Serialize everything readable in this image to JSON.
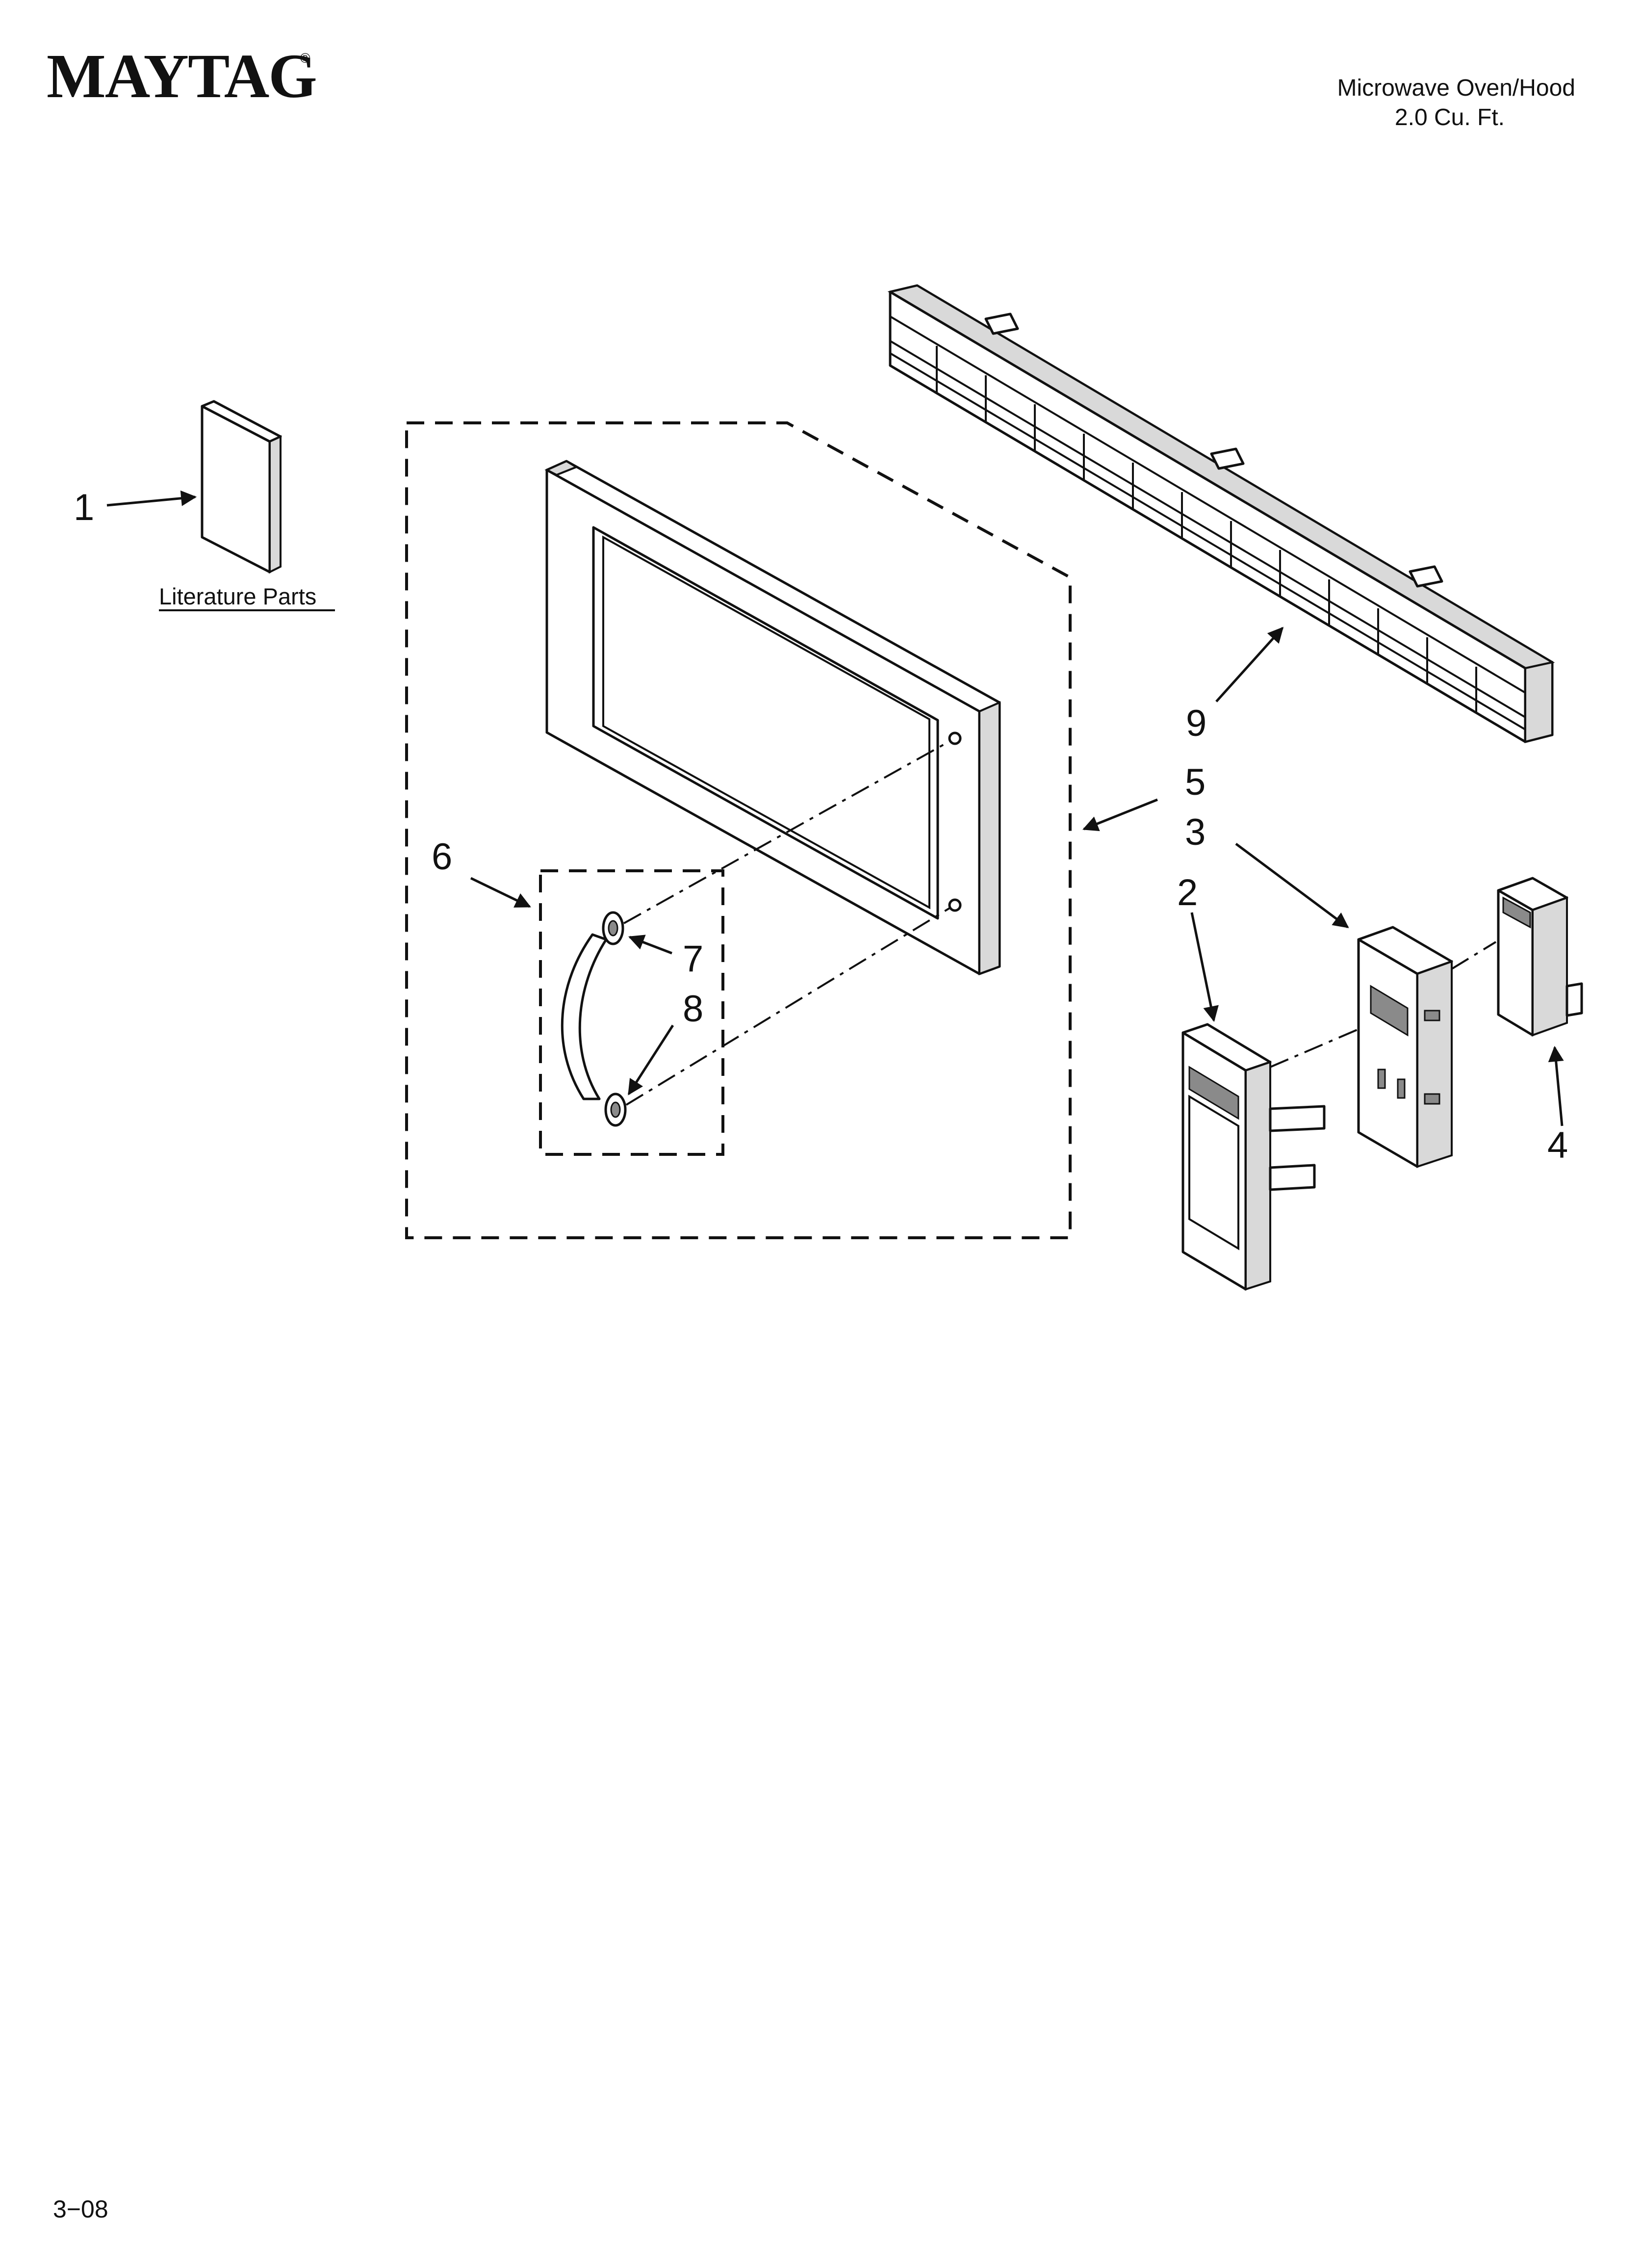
{
  "header": {
    "brand": "MAYTAG",
    "brand_mark": "®",
    "product_line1": "Microwave Oven/Hood",
    "product_line2": "2.0 Cu. Ft."
  },
  "literature_label": "Literature Parts",
  "callouts": {
    "c1": "1",
    "c2": "2",
    "c3": "3",
    "c4": "4",
    "c5": "5",
    "c6": "6",
    "c7": "7",
    "c8": "8",
    "c9": "9"
  },
  "footer": {
    "code": "3−08"
  }
}
